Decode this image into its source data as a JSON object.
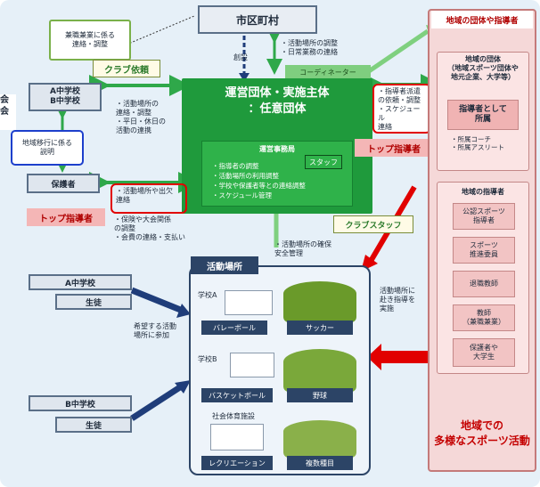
{
  "city": "市区町村",
  "club_request": "クラブ依頼",
  "kenshoku": "兼職兼業に係る\n連絡・調整",
  "city_tasks": "・活動場所の調整\n・日常業務の連絡",
  "establish": "創設",
  "coordinator": "コーディネーター",
  "operating_body": "運営団体・実施主体\n：任意団体",
  "secretariat": {
    "title": "運営事務局",
    "staff": "スタッフ",
    "items": "・指導者の調整\n・活動場所の利用調整\n・学校や保護者等との連絡調整\n・スケジュール管理"
  },
  "mid_schools": "A中学校\nB中学校",
  "partial_label": "会\n会",
  "school_tasks": "・活動場所の\n連絡・調整\n・平日・休日の\n活動の連携",
  "explain": "地域移行に係る\n説明",
  "guardian": "保護者",
  "guardian_tasks_hl": "・活動場所や出欠\n連絡",
  "guardian_tasks": "・保険や大会関係\nの調整\n・会費の連絡・支払い",
  "top_leader": "トップ指導者",
  "instructor_tasks": "・指導者派遣\nの依頼・調整\n・スケジュール\n連絡",
  "club_staff": "クラブスタッフ",
  "venue_secure": "・活動場所の確保\n安全管理",
  "venue_title": "活動場所",
  "right_panel": {
    "title": "地域の団体や指導者",
    "groups_title": "地域の団体\n（地域スポーツ団体や\n地元企業、大学等）",
    "affiliation": "指導者として\n所属",
    "affiliation_items": "・所属コーチ\n・所属アスリート",
    "local_title": "地域の指導者",
    "local_items": [
      "公認スポーツ\n指導者",
      "スポーツ\n推進委員",
      "退職教師",
      "教師\n（兼職兼業）",
      "保護者や\n大学生"
    ]
  },
  "left_schools": [
    {
      "school": "A中学校",
      "student": "生徒"
    },
    {
      "school": "B中学校",
      "student": "生徒"
    }
  ],
  "participate": "希望する活動\n場所に参加",
  "visit": "活動場所に\n赴き指導を\n実施",
  "venues": {
    "school_a": "学校A",
    "school_b": "学校B",
    "facility": "社会体育施設",
    "volleyball": "バレーボール",
    "soccer": "サッカー",
    "basketball": "バスケットボール",
    "baseball": "野球",
    "recreation": "レクリエーション",
    "multi": "複数種目"
  },
  "slogan": "地域での\n多様なスポーツ活動",
  "colors": {
    "navy": "#2c4466",
    "green": "#1f9a3c",
    "red": "#e10000",
    "pink": "#f2c4c4"
  }
}
